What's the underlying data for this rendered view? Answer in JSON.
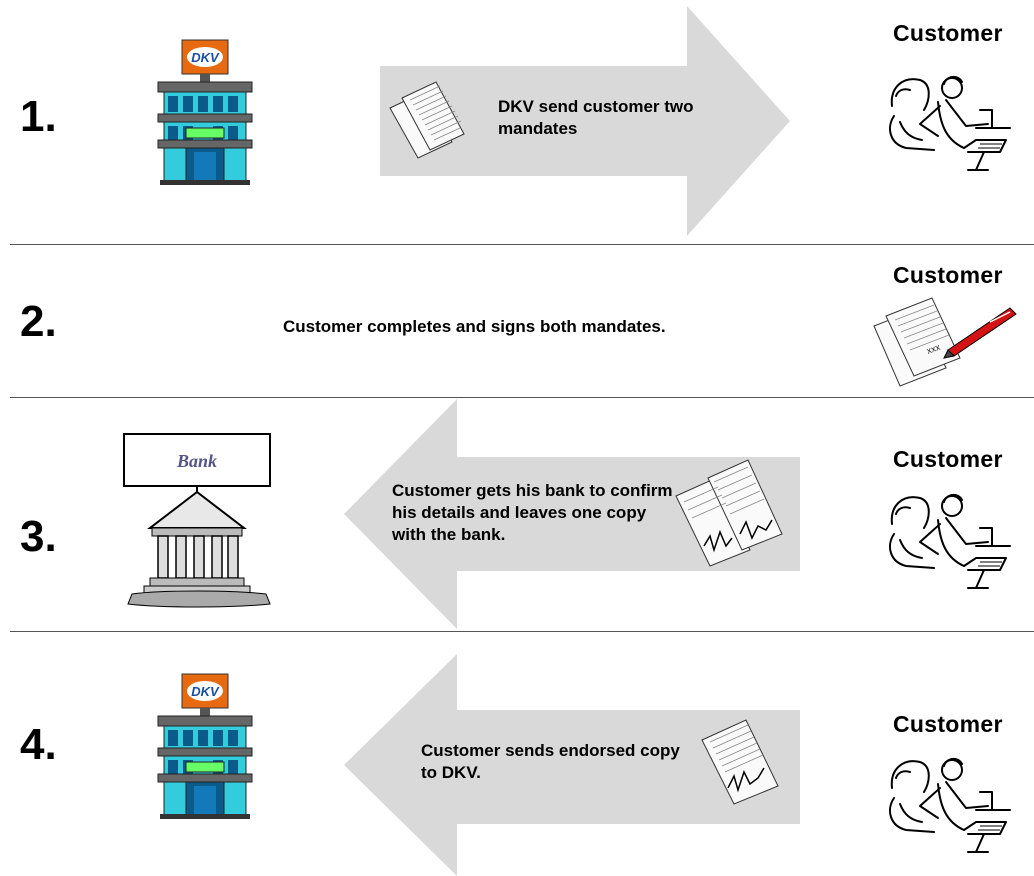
{
  "steps": [
    {
      "number": "1.",
      "text": "DKV send customer two mandates",
      "customer_label": "Customer",
      "icon": "dkv-building-icon"
    },
    {
      "number": "2.",
      "text": "Customer completes and signs both mandates.",
      "customer_label": "Customer",
      "icon": "signed-document-icon"
    },
    {
      "number": "3.",
      "text": "Customer gets his bank to confirm his details and leaves one copy with the bank.",
      "customer_label": "Customer",
      "icon": "bank-building-icon"
    },
    {
      "number": "4.",
      "text": "Customer sends endorsed copy to DKV.",
      "customer_label": "Customer",
      "icon": "dkv-building-icon"
    }
  ],
  "bank_sign": "Bank",
  "dkv_logo": "DKV",
  "signature_mark": "xxx",
  "colors": {
    "arrow": "#d9d9d9",
    "building": "#33ccdd",
    "dkv_orange": "#e86a10"
  }
}
